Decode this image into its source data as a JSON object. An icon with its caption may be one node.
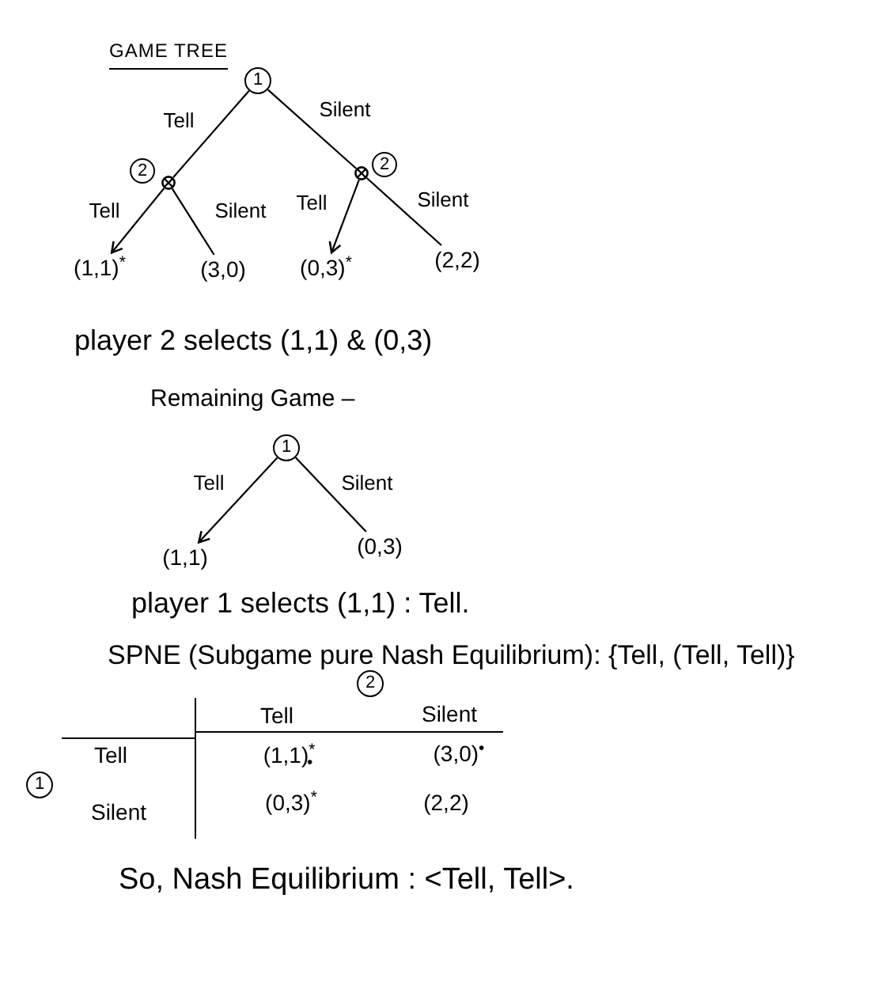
{
  "diagram": {
    "title": "GAME TREE",
    "nodes": [
      {
        "text": [
          "1"
        ]
      },
      {
        "text": [
          "2"
        ]
      },
      {
        "text": [
          "2"
        ]
      },
      {
        "text": [
          "(1,1)$^{*}$"
        ]
      },
      {
        "text": [
          "(3,0)"
        ]
      },
      {
        "text": [
          "(0,3)$^{*}$"
        ]
      },
      {
        "text": [
          "(2,2)"
        ]
      },
      {
        "text": [
          "1"
        ]
      },
      {
        "text": [
          "(1,1)"
        ]
      },
      {
        "text": [
          "(0,3)"
        ]
      },
      {
        "text": [
          "2"
        ]
      },
      {
        "text": [
          "1"
        ]
      }
    ],
    "edges": [
      {
        "from": 0,
        "to": 1,
        "arrow": "none",
        "label": "Tell"
      },
      {
        "from": 0,
        "to": 2,
        "arrow": "none",
        "label": "Silent"
      },
      {
        "from": 1,
        "to": 3,
        "arrow": "to",
        "label": "Tell"
      },
      {
        "from": 1,
        "to": 4,
        "arrow": "none",
        "label": "Silent"
      },
      {
        "from": 2,
        "to": 5,
        "arrow": "to",
        "label": "Tell"
      },
      {
        "from": 2,
        "to": 6,
        "arrow": "none",
        "label": "Silent"
      },
      {
        "from": 7,
        "to": 8,
        "arrow": "to",
        "label": "Tell"
      },
      {
        "from": 7,
        "to": 9,
        "arrow": "none",
        "label": "Silent"
      }
    ],
    "labels": [
      "player 2 selects (1,1) & (0,3)",
      "Remaining Game –",
      "player 1 selects (1,1) : Tell.",
      "SPNE (Subgame pure Nash Equilibrium): {Tell, (Tell, Tell)}",
      "Tell",
      "Silent",
      "Tell",
      "(1,1)$^{*}$$_{•}$",
      "(3,0)$^{•}$",
      "Silent",
      "(0,3)$^{*}$",
      "(2,2)",
      "So, Nash Equilibrium : <Tell, Tell>."
    ]
  }
}
